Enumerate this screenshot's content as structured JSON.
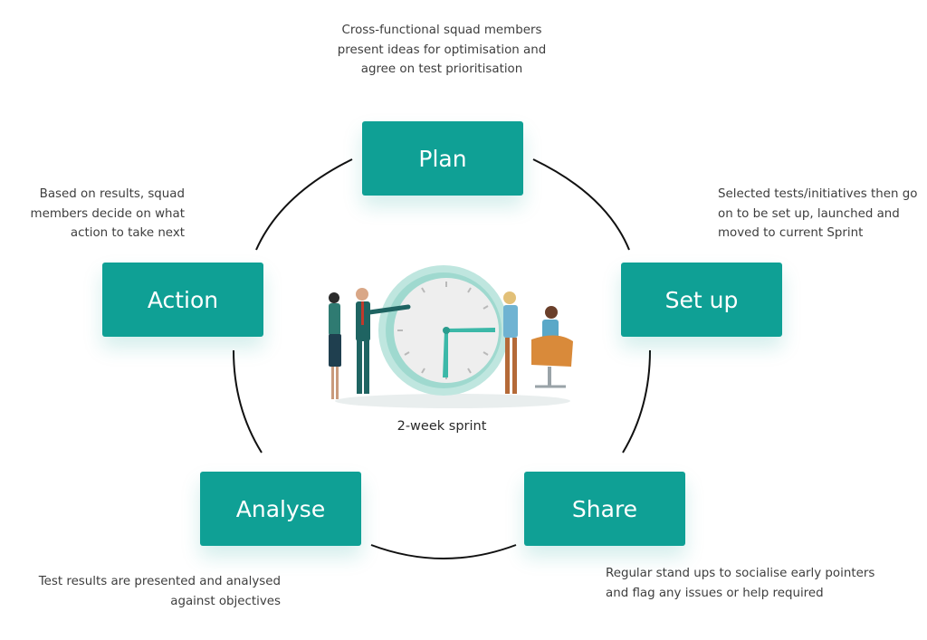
{
  "diagram": {
    "center_caption": "2-week sprint",
    "accent_color": "#0fa095",
    "stages": [
      {
        "key": "plan",
        "label": "Plan",
        "description": "Cross-functional squad members present ideas for optimisation and agree on test prioritisation"
      },
      {
        "key": "setup",
        "label": "Set up",
        "description": "Selected tests/initiatives then go on to be set up, launched and moved to current Sprint"
      },
      {
        "key": "share",
        "label": "Share",
        "description": "Regular stand ups to socialise early pointers and flag any issues or help required"
      },
      {
        "key": "analyse",
        "label": "Analyse",
        "description": "Test results are presented and analysed against objectives"
      },
      {
        "key": "action",
        "label": "Action",
        "description": "Based on results, squad members decide on what action to take next"
      }
    ]
  }
}
